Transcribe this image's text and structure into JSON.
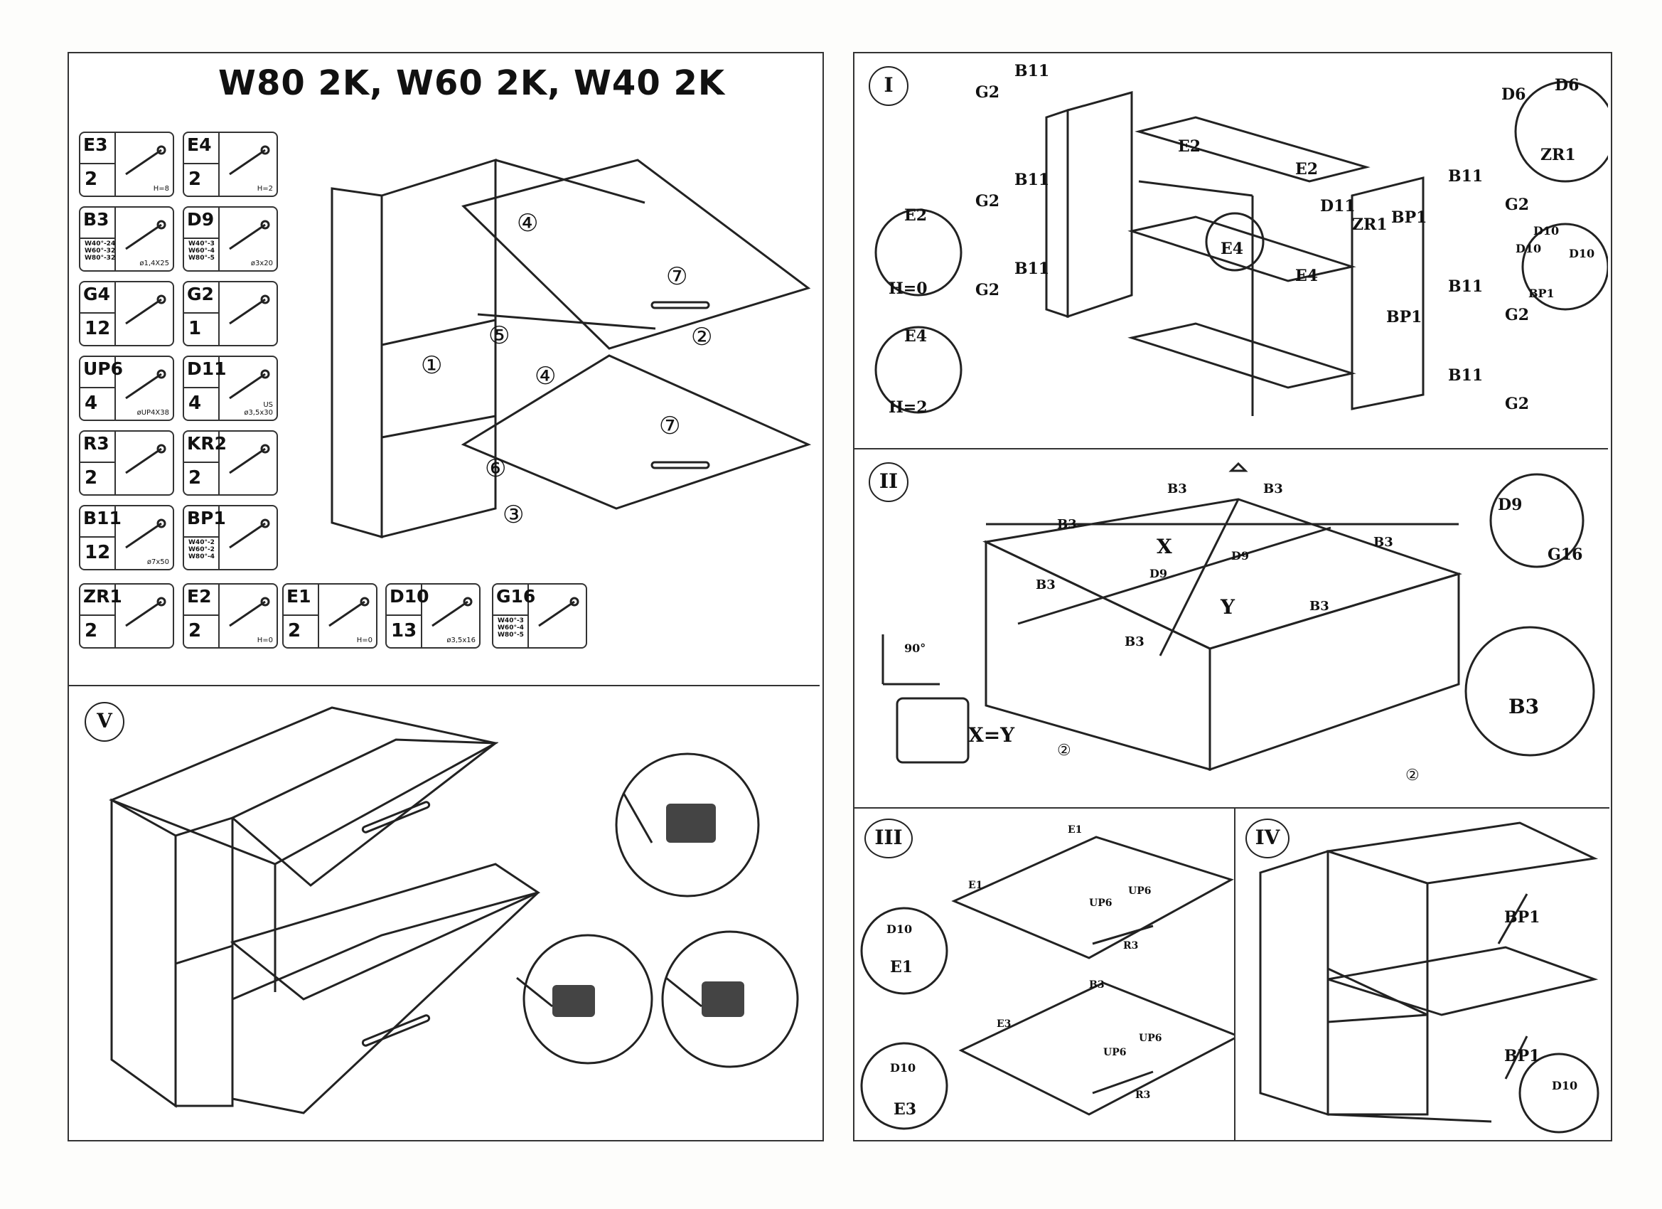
{
  "title": "W80 2K, W60 2K, W40 2K",
  "parts": [
    {
      "code": "E3",
      "qty": "2",
      "note": "H=8"
    },
    {
      "code": "E4",
      "qty": "2",
      "note": "H=2"
    },
    {
      "code": "B3",
      "qty": "W40°-24\nW60°-32\nW80°-32",
      "note": "ø1,4X25"
    },
    {
      "code": "D9",
      "qty": "W40°-3\nW60°-4\nW80°-5",
      "note": "ø3x20"
    },
    {
      "code": "G4",
      "qty": "12",
      "note": ""
    },
    {
      "code": "G2",
      "qty": "1",
      "note": ""
    },
    {
      "code": "UP6",
      "qty": "4",
      "note": "øUP4X38"
    },
    {
      "code": "D11",
      "qty": "4",
      "note": "US\nø3,5x30"
    },
    {
      "code": "R3",
      "qty": "2",
      "note": ""
    },
    {
      "code": "KR2",
      "qty": "2",
      "note": ""
    },
    {
      "code": "B11",
      "qty": "12",
      "note": "ø7x50"
    },
    {
      "code": "BP1",
      "qty": "W40°-2\nW60°-2\nW80°-4",
      "note": ""
    },
    {
      "code": "ZR1",
      "qty": "2",
      "note": ""
    },
    {
      "code": "E2",
      "qty": "2",
      "note": "H=0"
    },
    {
      "code": "E1",
      "qty": "2",
      "note": "H=0"
    },
    {
      "code": "D10",
      "qty": "13",
      "note": "ø3,5x16"
    },
    {
      "code": "G16",
      "qty": "W40°-3\nW60°-4\nW80°-5",
      "note": ""
    }
  ],
  "steps": {
    "I": "I",
    "II": "II",
    "III": "III",
    "IV": "IV",
    "V": "V"
  },
  "overview_labels": [
    "④",
    "⑦",
    "⑤",
    "②",
    "①",
    "④",
    "⑦",
    "⑥",
    "③"
  ],
  "step1_labels": {
    "b11": "B11",
    "g2": "G2",
    "e2": "E2",
    "e4": "E4",
    "d11": "D11",
    "zr1": "ZR1",
    "bp1": "BP1",
    "d6": "D6",
    "d10": "D10",
    "h0": "H=0",
    "h2": "H=2"
  },
  "step2_labels": {
    "b3": "B3",
    "d9": "D9",
    "x": "X",
    "y": "Y",
    "xy": "X=Y",
    "g16": "G16",
    "angle": "90°"
  },
  "step3_labels": {
    "e1": "E1",
    "e3": "E3",
    "up6": "UP6",
    "r3": "R3",
    "d10": "D10",
    "b3": "B3"
  },
  "step4_labels": {
    "bp1": "BP1",
    "d10": "D10"
  },
  "circled": {
    "c1": "①",
    "c2": "②",
    "c3": "③",
    "c4": "④",
    "c5": "⑤",
    "c6": "⑥",
    "c7": "⑦"
  }
}
